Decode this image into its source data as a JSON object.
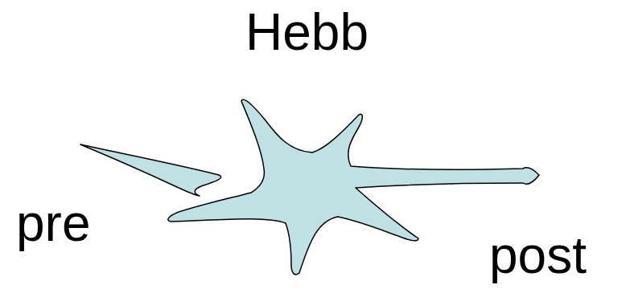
{
  "diagram": {
    "title": "Hebb",
    "labels": [
      "pre",
      "post"
    ]
  }
}
